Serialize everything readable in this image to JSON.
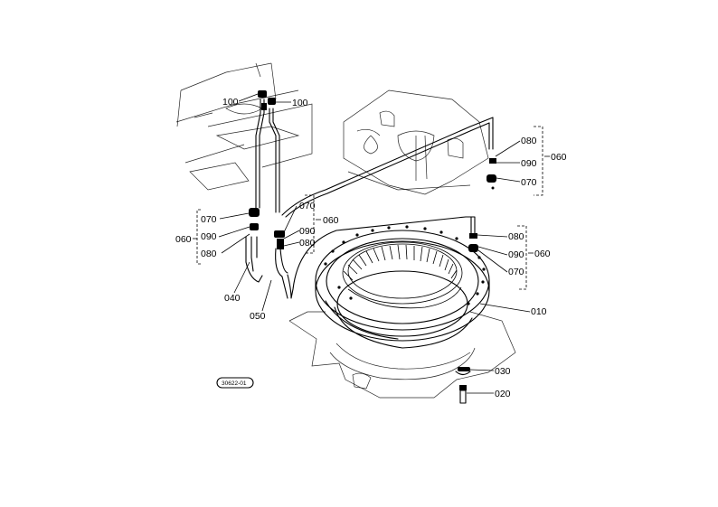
{
  "labels": {
    "p010": "010",
    "p020": "020",
    "p030": "030",
    "p040": "040",
    "p050": "050",
    "p060_right_upper": "060",
    "p060_right_lower": "060",
    "p060_left": "060",
    "p060_mid": "060",
    "p070_right_upper": "070",
    "p070_right_lower": "070",
    "p070_left": "070",
    "p070_mid": "070",
    "p080_right_upper": "080",
    "p080_right_lower": "080",
    "p080_left": "080",
    "p080_mid": "080",
    "p090_right_upper": "090",
    "p090_right_lower": "090",
    "p090_left": "090",
    "p090_mid": "090",
    "p100_left": "100",
    "p100_right": "100"
  },
  "drawing_tag": "30622-01"
}
